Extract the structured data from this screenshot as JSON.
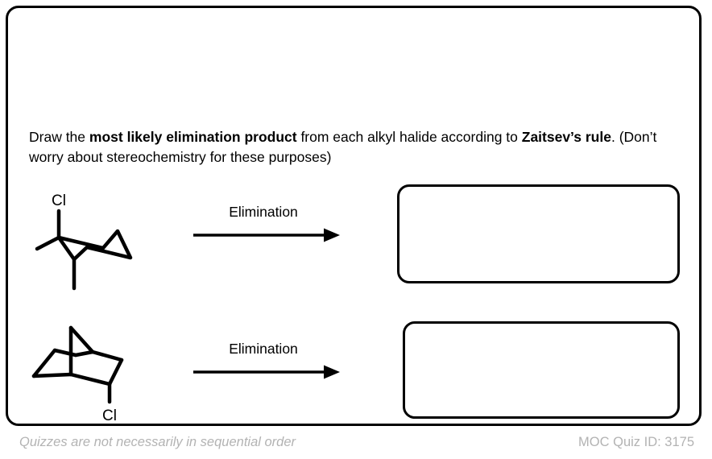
{
  "card": {
    "prompt": {
      "segment_1": "Draw the ",
      "bold_1": "most likely elimination product",
      "segment_2": " from each alkyl halide according to ",
      "bold_2": "Zaitsev’s rule",
      "segment_3": ". (Don’t worry about stereochemistry for these purposes)"
    },
    "rows": [
      {
        "structure_name": "1-chloro-1,2-dimethylcyclohexane-chair",
        "atom_labels": [
          "Cl"
        ],
        "arrow_label": "Elimination",
        "answer_placeholder": ""
      },
      {
        "structure_name": "2-chloronorbornane",
        "atom_labels": [
          "Cl"
        ],
        "arrow_label": "Elimination",
        "answer_placeholder": ""
      }
    ]
  },
  "footer": {
    "note": "Quizzes are not necessarily in sequential order",
    "quiz_id": "MOC Quiz ID: 3175"
  },
  "colors": {
    "ink": "#000000",
    "footer_text": "#b3b3b3",
    "page_background": "#ffffff"
  }
}
